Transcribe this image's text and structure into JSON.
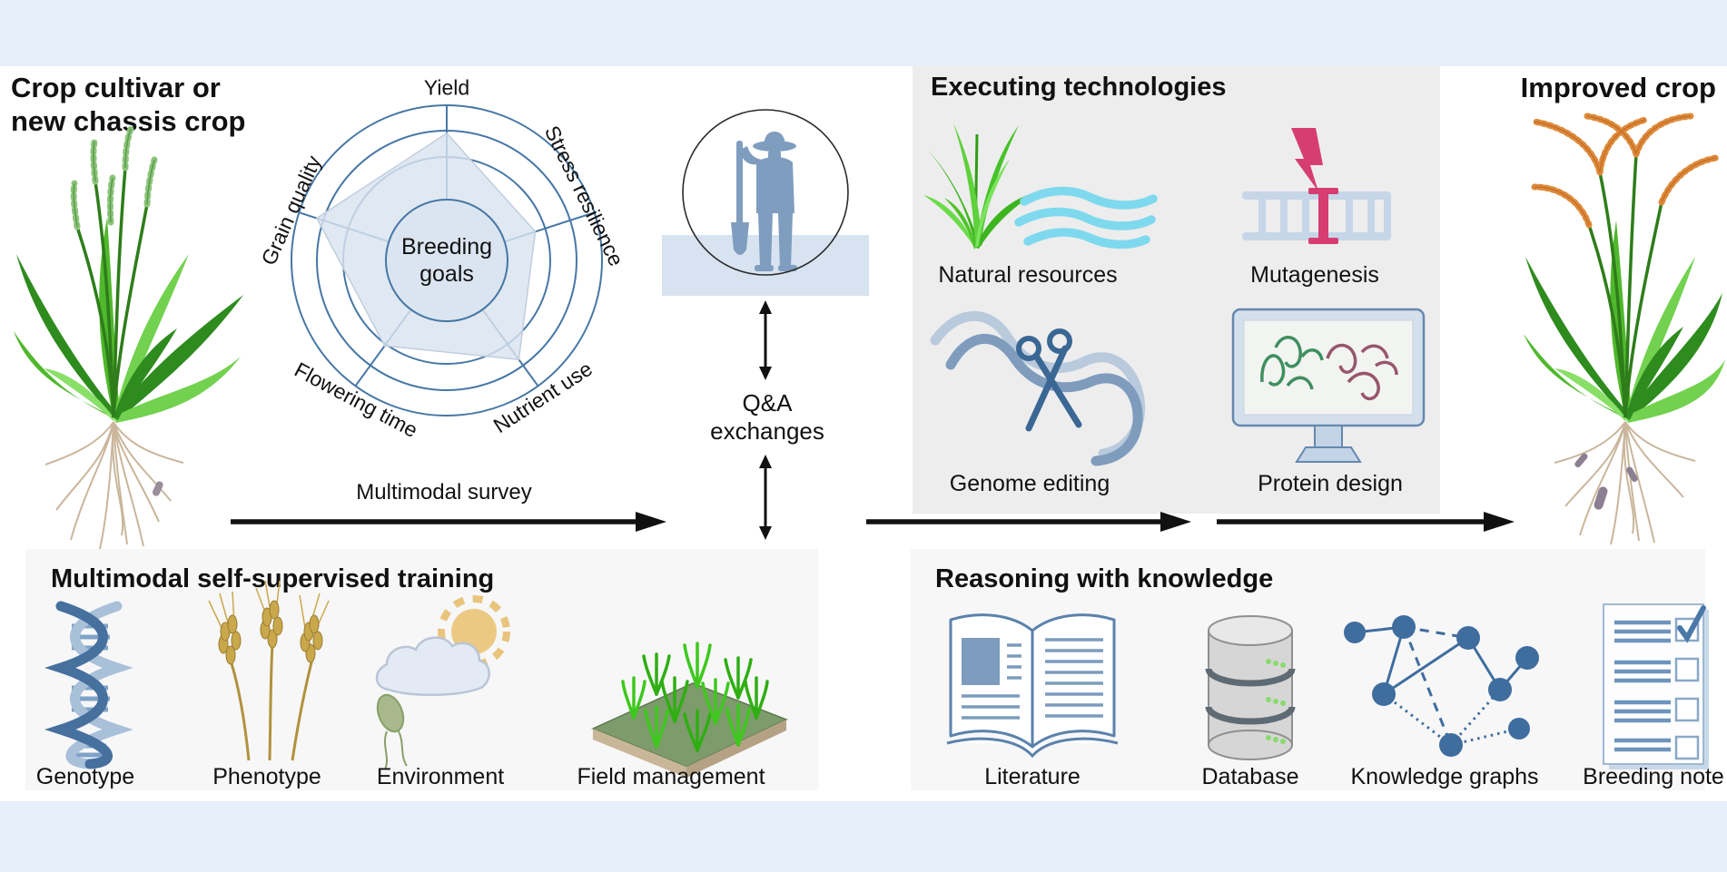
{
  "palette": {
    "page_bg": "#e7effa",
    "canvas_bg": "#ffffff",
    "panel_gray": "#ededee",
    "panel_light": "#f7f7f8",
    "diagram_blue": "#4677a5",
    "radar_fill": "#d9e3ef",
    "farmer_blue": "#7f9dbe",
    "ground_blue": "#d8e3f1",
    "magenta": "#d63d71",
    "grass_green": "#4fc327",
    "wave_cyan": "#7fd9ee",
    "wheat_gold": "#c9a84c",
    "node_blue": "#3f6d9e",
    "arrow_black": "#111111",
    "crop_green": "#3e9e27",
    "panicle_orange": "#dd8a3a"
  },
  "crop_input": {
    "title_line1": "Crop cultivar or",
    "title_line2": "new chassis crop"
  },
  "radar": {
    "center_line1": "Breeding",
    "center_line2": "goals",
    "axes": [
      {
        "label": "Yield",
        "value": 0.82
      },
      {
        "label": "Stress resilience",
        "value": 0.6
      },
      {
        "label": "Nutrient use",
        "value": 0.79
      },
      {
        "label": "Flowering time",
        "value": 0.68
      },
      {
        "label": "Grain quality",
        "value": 0.88
      }
    ],
    "rings": 3
  },
  "survey": {
    "label": "Multimodal survey"
  },
  "qa": {
    "line1": "Q&A",
    "line2": "exchanges"
  },
  "executing": {
    "title": "Executing technologies",
    "items": [
      {
        "label": "Natural resources"
      },
      {
        "label": "Mutagenesis"
      },
      {
        "label": "Genome editing"
      },
      {
        "label": "Protein design"
      }
    ]
  },
  "improved": {
    "title": "Improved crop"
  },
  "training": {
    "title": "Multimodal self-supervised training",
    "items": [
      {
        "label": "Genotype"
      },
      {
        "label": "Phenotype"
      },
      {
        "label": "Environment"
      },
      {
        "label": "Field management"
      }
    ]
  },
  "reasoning": {
    "title": "Reasoning with knowledge",
    "items": [
      {
        "label": "Literature"
      },
      {
        "label": "Database"
      },
      {
        "label": "Knowledge graphs"
      },
      {
        "label": "Breeding note"
      }
    ]
  },
  "chart_data": {
    "type": "radar",
    "title": "Breeding goals",
    "categories": [
      "Yield",
      "Stress resilience",
      "Nutrient use",
      "Flowering time",
      "Grain quality"
    ],
    "values": [
      0.82,
      0.6,
      0.79,
      0.68,
      0.88
    ],
    "scale": [
      0,
      1
    ],
    "rings": 3,
    "grid": "circular"
  }
}
